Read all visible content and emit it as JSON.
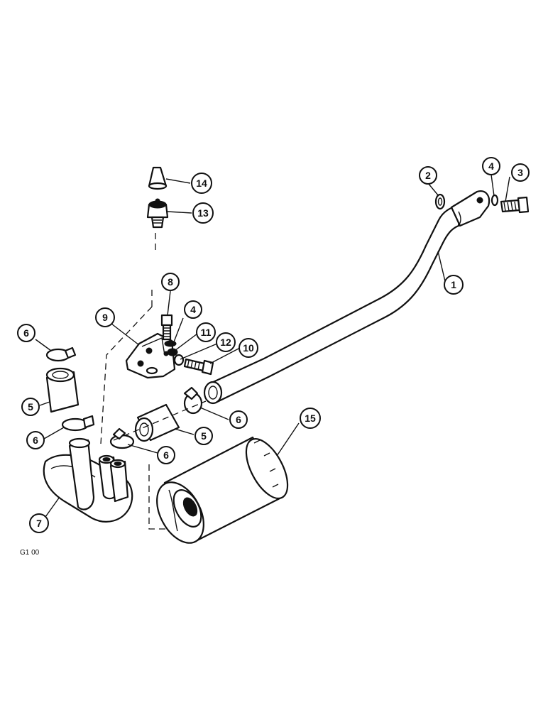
{
  "figure_code": "G1 00",
  "callouts": {
    "c1": "1",
    "c2": "2",
    "c3": "3",
    "c4a": "4",
    "c4b": "4",
    "c5a": "5",
    "c5b": "5",
    "c6a": "6",
    "c6b": "6",
    "c6c": "6",
    "c6d": "6",
    "c7": "7",
    "c8": "8",
    "c9": "9",
    "c10": "10",
    "c11": "11",
    "c12": "12",
    "c13": "13",
    "c14": "14",
    "c15": "15"
  }
}
